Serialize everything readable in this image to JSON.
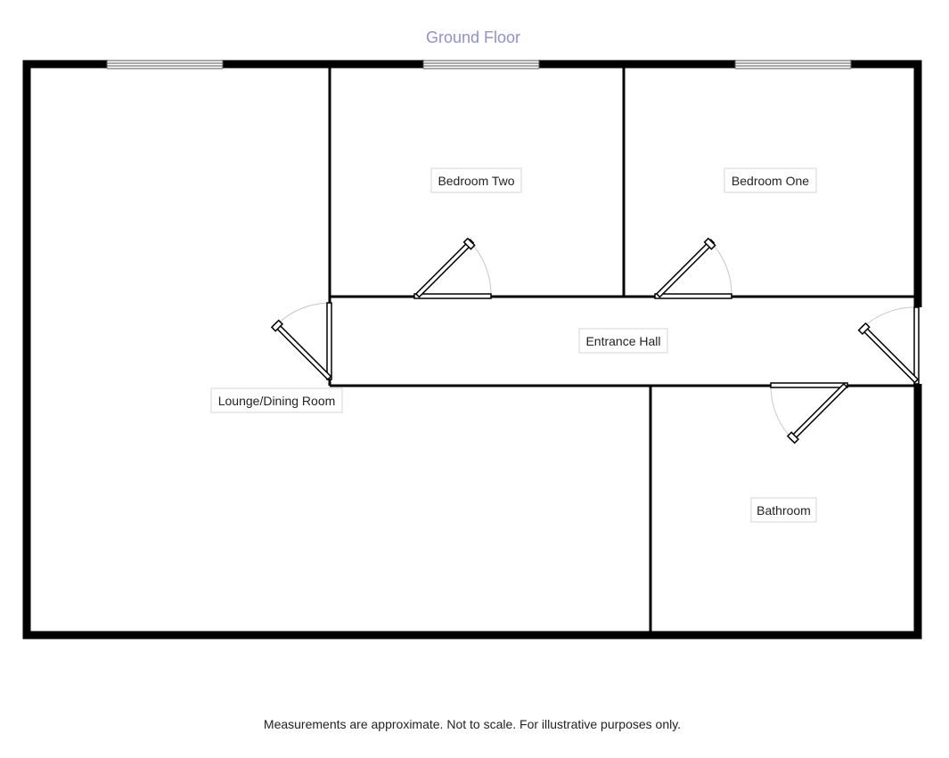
{
  "title": "Ground Floor",
  "rooms": {
    "bedroom_two": "Bedroom Two",
    "bedroom_one": "Bedroom One",
    "entrance_hall": "Entrance Hall",
    "lounge_dining": "Lounge/Dining Room",
    "bathroom": "Bathroom"
  },
  "disclaimer": "Measurements are approximate. Not to scale. For illustrative purposes only.",
  "colors": {
    "title": "#8f8fdc",
    "walls": "#000000",
    "label_border": "#d4d4d4"
  }
}
